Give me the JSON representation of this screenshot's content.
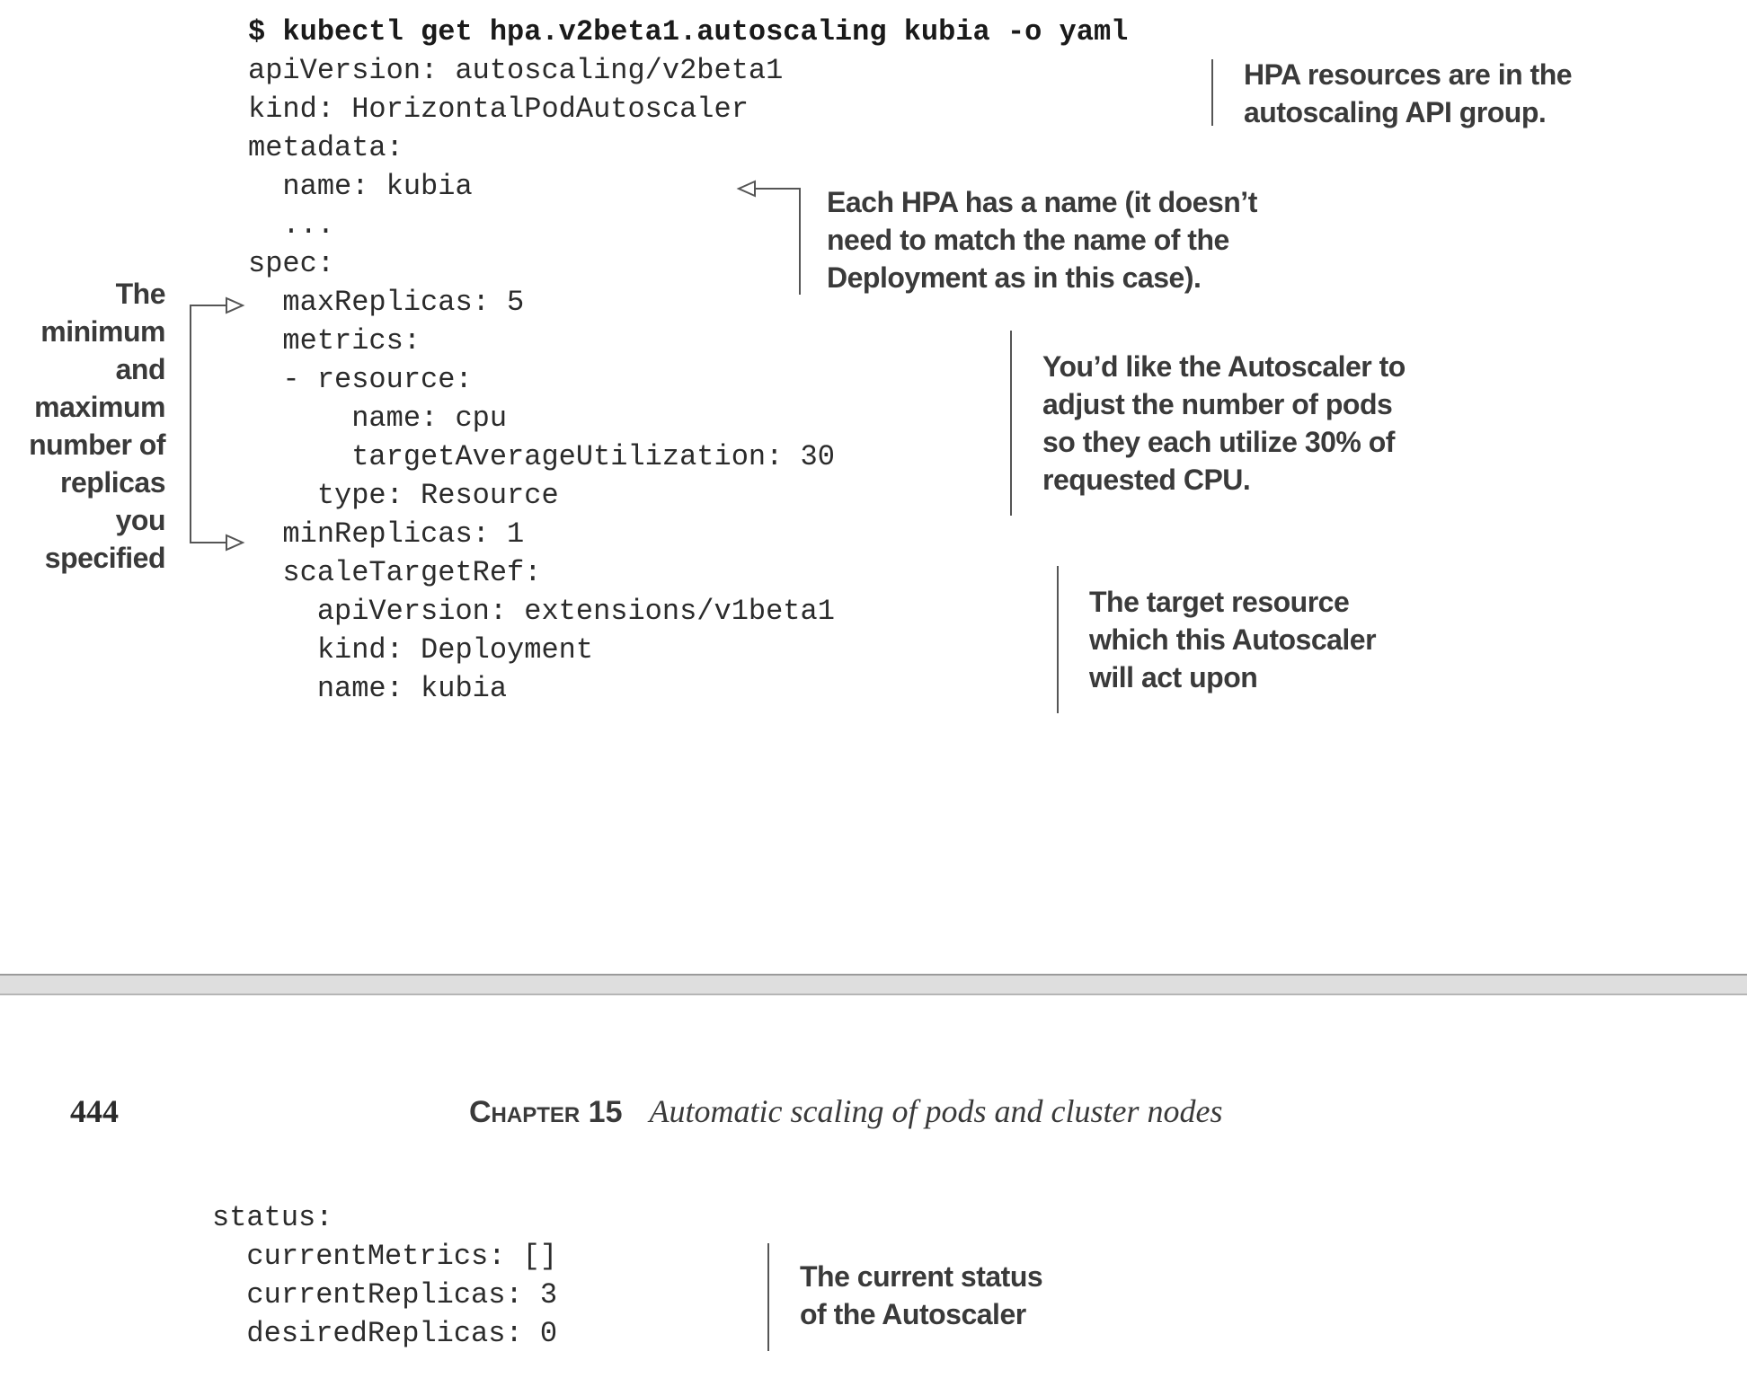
{
  "top_listing": {
    "lines": [
      "$ kubectl get hpa.v2beta1.autoscaling kubia -o yaml",
      "apiVersion: autoscaling/v2beta1",
      "kind: HorizontalPodAutoscaler",
      "metadata:",
      "  name: kubia",
      "  ...",
      "spec:",
      "  maxReplicas: 5",
      "  metrics:",
      "  - resource:",
      "      name: cpu",
      "      targetAverageUtilization: 30",
      "    type: Resource",
      "  minReplicas: 1",
      "  scaleTargetRef:",
      "    apiVersion: extensions/v1beta1",
      "    kind: Deployment",
      "    name: kubia"
    ]
  },
  "annotations": {
    "api_group": [
      "HPA resources are in the",
      "autoscaling API group."
    ],
    "hpa_name": [
      "Each HPA has a name (it doesn’t",
      "need to match the name of the",
      "Deployment as in this case)."
    ],
    "cpu_target": [
      "You’d like the Autoscaler to",
      "adjust the number of pods",
      "so they each utilize 30% of",
      "requested CPU."
    ],
    "target_resource": [
      "The target resource",
      "which this Autoscaler",
      "will act upon"
    ],
    "replicas": [
      "The",
      "minimum",
      "and",
      "maximum",
      "number of",
      "replicas",
      "you",
      "specified"
    ],
    "status": [
      "The current status",
      "of the Autoscaler"
    ]
  },
  "page_header": {
    "page_number": "444",
    "chapter_label": "Chapter 15",
    "chapter_title": "Automatic scaling of pods and cluster nodes"
  },
  "bottom_listing": {
    "lines": [
      "status:",
      "  currentMetrics: []",
      "  currentReplicas: 3",
      "  desiredReplicas: 0"
    ]
  }
}
